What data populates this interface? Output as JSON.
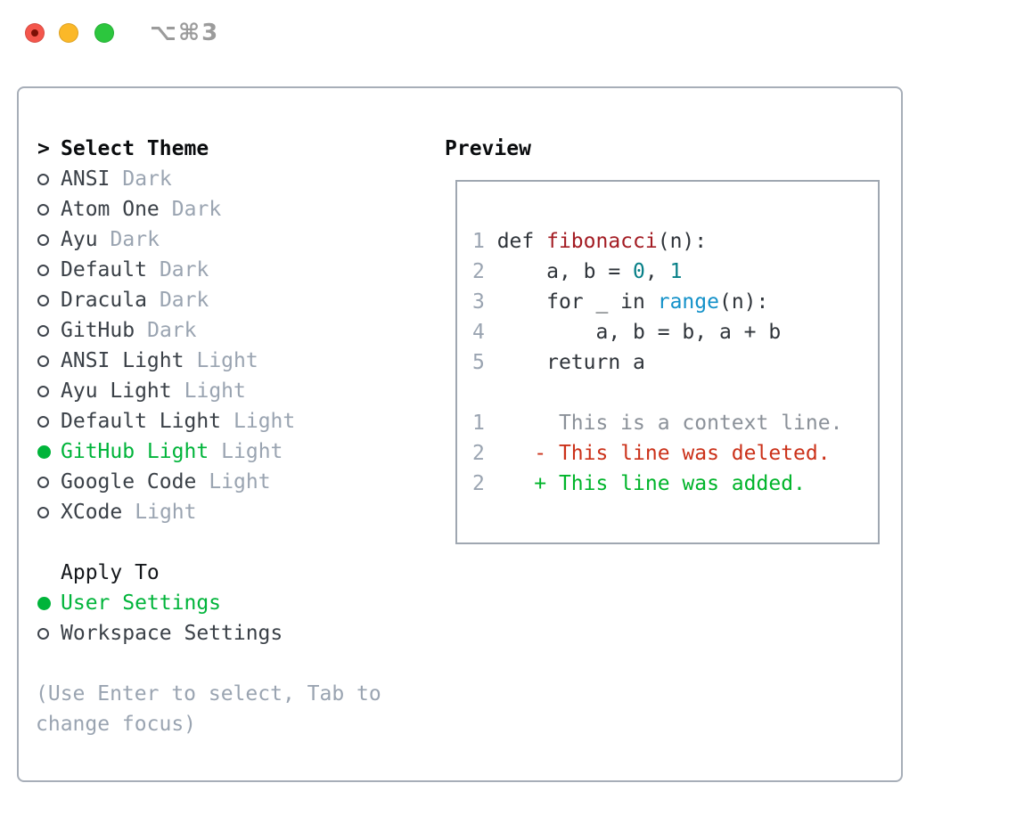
{
  "window": {
    "title": "⌥⌘3"
  },
  "colors": {
    "accent_green": "#00b43a",
    "deleted_red": "#cb3119",
    "added_green": "#00b42a",
    "function_red": "#a31c23",
    "number_teal": "#067f87",
    "builtin_blue": "#1391c9",
    "muted_gray": "#9aa4b1",
    "border_gray": "#a7aeb8"
  },
  "theme_panel": {
    "header": {
      "marker": ">",
      "label": "Select Theme"
    },
    "themes": [
      {
        "name": "ANSI",
        "variant": "Dark",
        "selected": false
      },
      {
        "name": "Atom One",
        "variant": "Dark",
        "selected": false
      },
      {
        "name": "Ayu",
        "variant": "Dark",
        "selected": false
      },
      {
        "name": "Default",
        "variant": "Dark",
        "selected": false
      },
      {
        "name": "Dracula",
        "variant": "Dark",
        "selected": false
      },
      {
        "name": "GitHub",
        "variant": "Dark",
        "selected": false
      },
      {
        "name": "ANSI Light",
        "variant": "Light",
        "selected": false
      },
      {
        "name": "Ayu Light",
        "variant": "Light",
        "selected": false
      },
      {
        "name": "Default Light",
        "variant": "Light",
        "selected": false
      },
      {
        "name": "GitHub Light",
        "variant": "Light",
        "selected": true
      },
      {
        "name": "Google Code",
        "variant": "Light",
        "selected": false
      },
      {
        "name": "XCode",
        "variant": "Light",
        "selected": false
      }
    ],
    "apply_to": {
      "label": "Apply To",
      "options": [
        {
          "name": "User Settings",
          "selected": true
        },
        {
          "name": "Workspace Settings",
          "selected": false
        }
      ]
    },
    "hint_lines": [
      "(Use Enter to select, Tab to",
      "change focus)"
    ]
  },
  "preview": {
    "label": "Preview",
    "code_lines": [
      {
        "no": "1",
        "segments": [
          {
            "text": "def ",
            "cls": "code"
          },
          {
            "text": "fibonacci",
            "cls": "title"
          },
          {
            "text": "(n):",
            "cls": "code"
          }
        ]
      },
      {
        "no": "2",
        "segments": [
          {
            "text": "    a, b = ",
            "cls": "code"
          },
          {
            "text": "0",
            "cls": "num"
          },
          {
            "text": ", ",
            "cls": "code"
          },
          {
            "text": "1",
            "cls": "num"
          }
        ]
      },
      {
        "no": "3",
        "segments": [
          {
            "text": "    for _ in ",
            "cls": "code"
          },
          {
            "text": "range",
            "cls": "builtin"
          },
          {
            "text": "(n):",
            "cls": "code"
          }
        ]
      },
      {
        "no": "4",
        "segments": [
          {
            "text": "        a, b = b, a + b",
            "cls": "code"
          }
        ]
      },
      {
        "no": "5",
        "segments": [
          {
            "text": "    return a",
            "cls": "code"
          }
        ]
      }
    ],
    "diff_lines": [
      {
        "no": "1",
        "marker": " ",
        "text": "This is a context line.",
        "kind": "context"
      },
      {
        "no": "2",
        "marker": "-",
        "text": "This line was deleted.",
        "kind": "deleted"
      },
      {
        "no": "2",
        "marker": "+",
        "text": "This line was added.",
        "kind": "added"
      }
    ]
  }
}
